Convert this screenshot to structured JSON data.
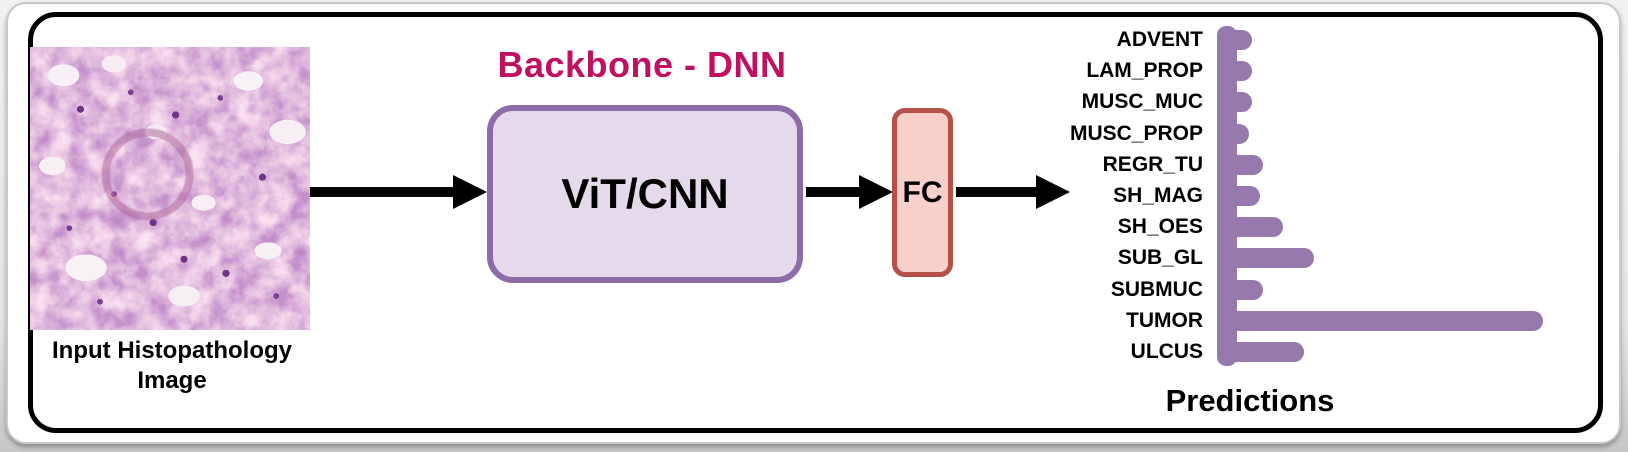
{
  "figure": {
    "input_caption": [
      "Input Histopathology",
      "Image"
    ],
    "backbone_title": "Backbone - DNN",
    "backbone_box_label": "ViT/CNN",
    "fc_label": "FC"
  },
  "colors": {
    "backbone_title": "#c01060",
    "backbone_box_fill": "#e5d9ec",
    "backbone_box_border": "#8d6aa8",
    "fc_box_fill": "#f7d0cb",
    "fc_box_border": "#b65049",
    "bar": "#9879ad",
    "arrow": "#000000",
    "frame_border": "#000000"
  },
  "chart_data": {
    "type": "bar",
    "orientation": "horizontal",
    "title": "Predictions",
    "categories": [
      "ADVENT",
      "LAM_PROP",
      "MUSC_MUC",
      "MUSC_PROP",
      "REGR_TU",
      "SH_MAG",
      "SH_OES",
      "SUB_GL",
      "SUBMUC",
      "TUMOR",
      "ULCUS"
    ],
    "values": [
      0.05,
      0.05,
      0.05,
      0.04,
      0.085,
      0.075,
      0.15,
      0.25,
      0.085,
      1.0,
      0.22
    ],
    "value_note": "relative bar lengths normalized to TUMOR = 1.0; no numeric axis is shown in the figure",
    "xlabel": "",
    "ylabel": "",
    "legend": false,
    "grid": false,
    "bar_color": "#9879ad"
  }
}
